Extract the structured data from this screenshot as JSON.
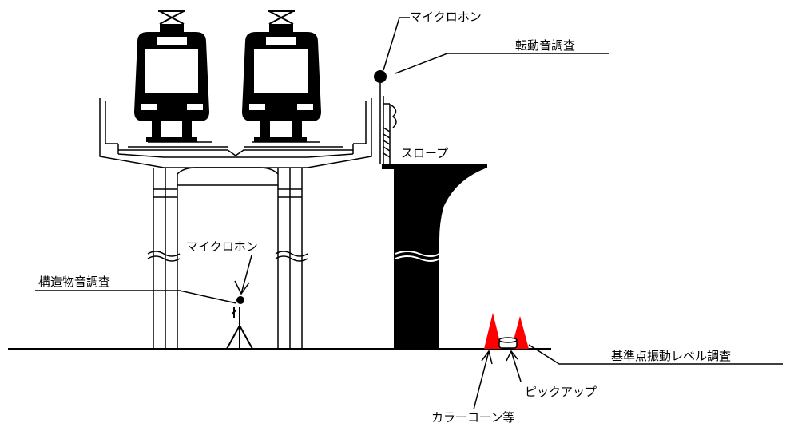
{
  "labels": {
    "microphone_top": "マイクロホン",
    "rolling_noise": "転動音調査",
    "slope": "スロープ",
    "microphone_bottom": "マイクロホン",
    "structure_noise": "構造物音調査",
    "reference_vibration": "基準点振動レベル調査",
    "pickup": "ピックアップ",
    "color_cone": "カラーコーン等"
  },
  "colors": {
    "line": "#000000",
    "cone": "#ff0000",
    "background": "#ffffff"
  }
}
